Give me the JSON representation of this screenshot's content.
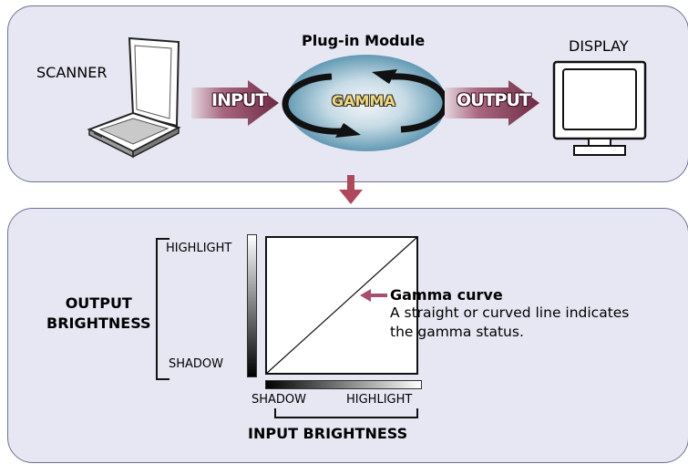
{
  "pipeline": {
    "scanner_label": "SCANNER",
    "module_title": "Plug-in Module",
    "gamma_label": "GAMMA",
    "input_label": "INPUT",
    "output_label": "OUTPUT",
    "display_label": "DISPLAY"
  },
  "graph": {
    "output_axis_line1": "OUTPUT",
    "output_axis_line2": "BRIGHTNESS",
    "input_axis_label": "INPUT BRIGHTNESS",
    "y_high": "HIGHLIGHT",
    "y_low": "SHADOW",
    "x_low": "SHADOW",
    "x_high": "HIGHLIGHT",
    "curve_title": "Gamma curve",
    "curve_desc_line1": "A straight or curved line indicates",
    "curve_desc_line2": "the gamma status."
  },
  "colors": {
    "panel_bg": "#e6e7f3",
    "panel_border": "#6f7190",
    "arrow_dark": "#7a3550",
    "arrow_light": "#e4d7df",
    "sphere_inner": "#f4f4f6",
    "sphere_outer": "#5b95b0",
    "gamma_text": "#f0d878"
  }
}
